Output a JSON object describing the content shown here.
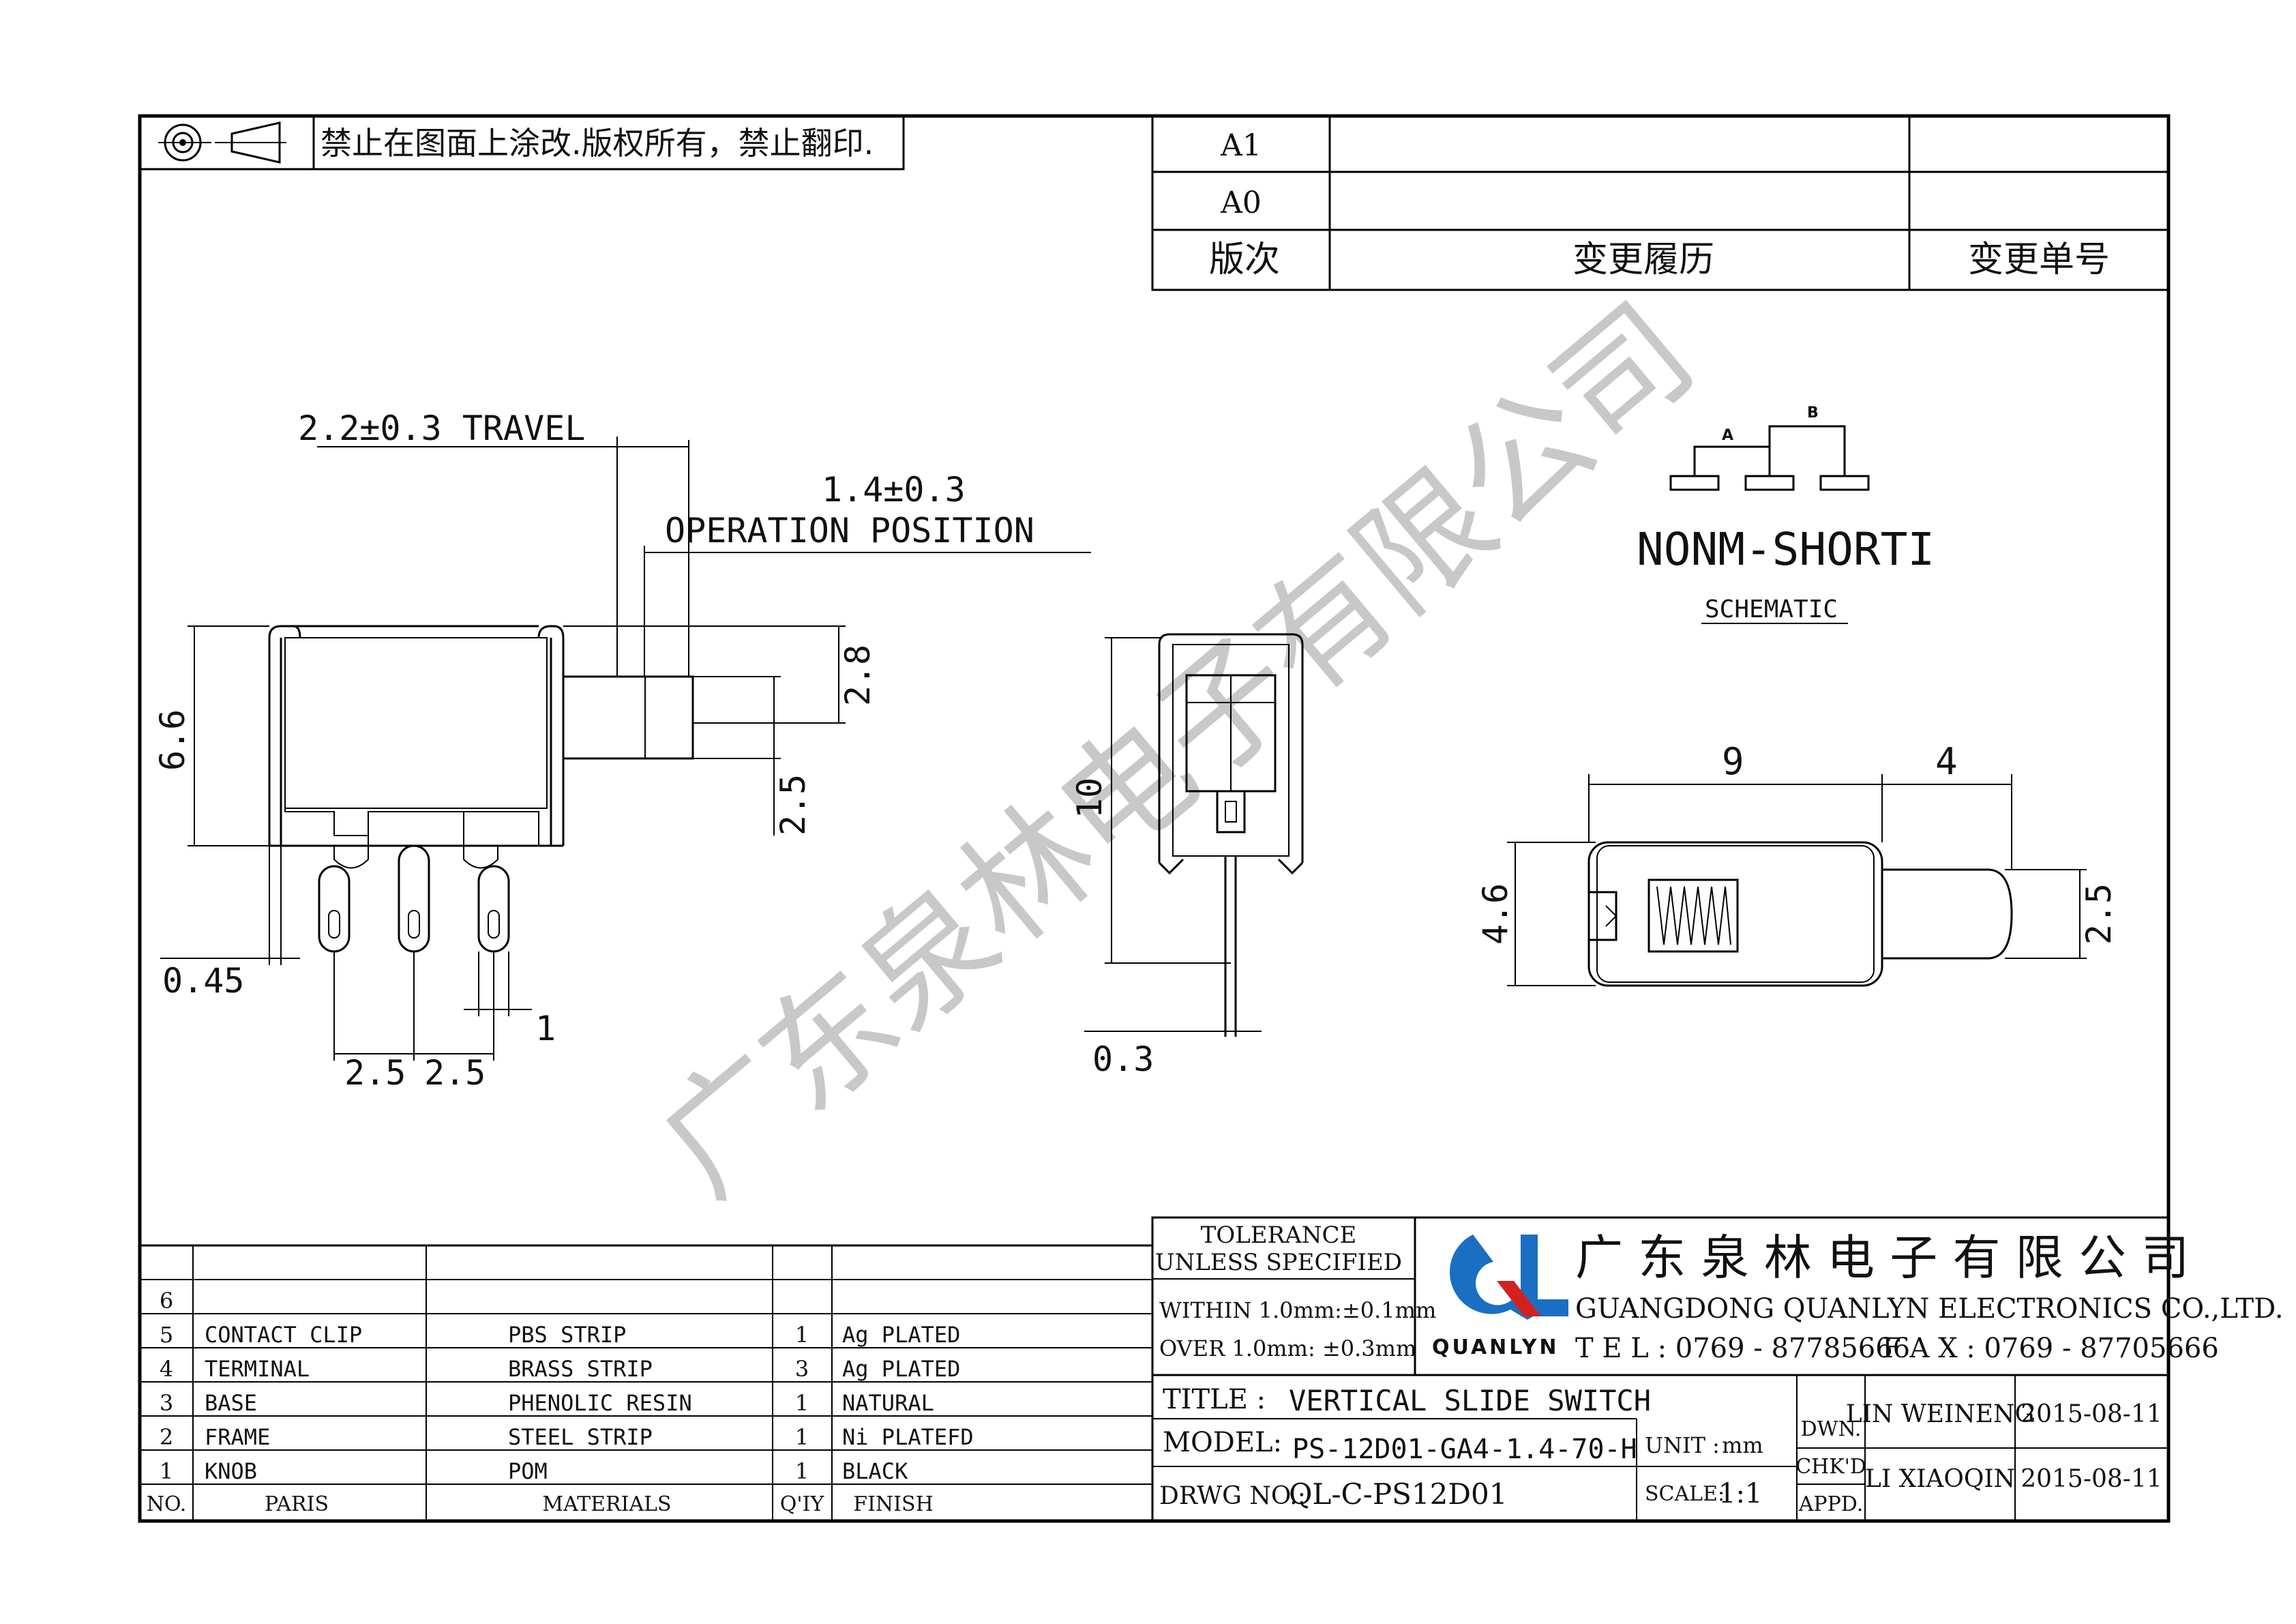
{
  "header": {
    "notice": "禁止在图面上涂改.版权所有，禁止翻印.",
    "revision_rows": [
      "A1",
      "A0"
    ],
    "col_version": "版次",
    "col_history": "变更履历",
    "col_change_no": "变更单号"
  },
  "dimensions": {
    "travel": "2.2±0.3 TRAVEL",
    "operation_value": "1.4±0.3",
    "operation_label": "OPERATION POSITION",
    "height_6_6": "6.6",
    "height_2_8": "2.8",
    "height_2_5_side": "2.5",
    "pin_045": "0.45",
    "pin_pitch_1": "2.5",
    "pin_pitch_2": "2.5",
    "pin_width_1": "1",
    "end_height_10": "10",
    "end_pin_03": "0.3",
    "top_len_9": "9",
    "top_len_4": "4",
    "top_h_46": "4.6",
    "top_knob_25": "2.5"
  },
  "schematic": {
    "label_a": "A",
    "label_b": "B",
    "mode": "NONM-SHORTI",
    "caption": "SCHEMATIC"
  },
  "watermark": "广东泉林电子有限公司",
  "parts_table": {
    "headers": {
      "no": "NO.",
      "parts": "PARIS",
      "materials": "MATERIALS",
      "qty": "Q'IY",
      "finish": "FINISH"
    },
    "rows": [
      {
        "no": "6",
        "part": "",
        "material": "",
        "qty": "",
        "finish": ""
      },
      {
        "no": "5",
        "part": "CONTACT CLIP",
        "material": "PBS STRIP",
        "qty": "1",
        "finish": "Ag PLATED"
      },
      {
        "no": "4",
        "part": "TERMINAL",
        "material": "BRASS STRIP",
        "qty": "3",
        "finish": "Ag PLATED"
      },
      {
        "no": "3",
        "part": "BASE",
        "material": "PHENOLIC RESIN",
        "qty": "1",
        "finish": "NATURAL"
      },
      {
        "no": "2",
        "part": "FRAME",
        "material": "STEEL STRIP",
        "qty": "1",
        "finish": "Ni PLATEFD"
      },
      {
        "no": "1",
        "part": "KNOB",
        "material": "POM",
        "qty": "1",
        "finish": "BLACK"
      }
    ]
  },
  "tolerance": {
    "title1": "TOLERANCE",
    "title2": "UNLESS SPECIFIED",
    "within": "WITHIN 1.0mm:±0.1mm",
    "over": "OVER 1.0mm:  ±0.3mm"
  },
  "company": {
    "logo_text": "QL",
    "logo_name": "QUANLYN",
    "name_cn": "广 东 泉 林 电 子 有 限 公 司",
    "name_en": "GUANGDONG QUANLYN ELECTRONICS CO.,LTD.",
    "tel": "T E L : 0769 - 87785666",
    "fax": "F A X : 0769 - 87705666",
    "logo_color_blue": "#1a6fc4",
    "logo_color_red": "#d42020"
  },
  "title_block": {
    "title_label": "TITLE :",
    "title_value": "VERTICAL SLIDE SWITCH",
    "model_label": "MODEL:",
    "model_value": "PS-12D01-GA4-1.4-70-H",
    "drwg_label": "DRWG NO.:",
    "drwg_value": "QL-C-PS12D01",
    "unit_label": "UNIT :",
    "unit_value": "mm",
    "scale_label": "SCALE:",
    "scale_value": "1:1",
    "dwn_label": "DWN.",
    "chk_label": "CHK'D",
    "appd_label": "APPD.",
    "dwn_name": "LIN WEINENG",
    "dwn_date": "2015-08-11",
    "chk_name": "LI XIAOQIN",
    "chk_date": "2015-08-11"
  }
}
